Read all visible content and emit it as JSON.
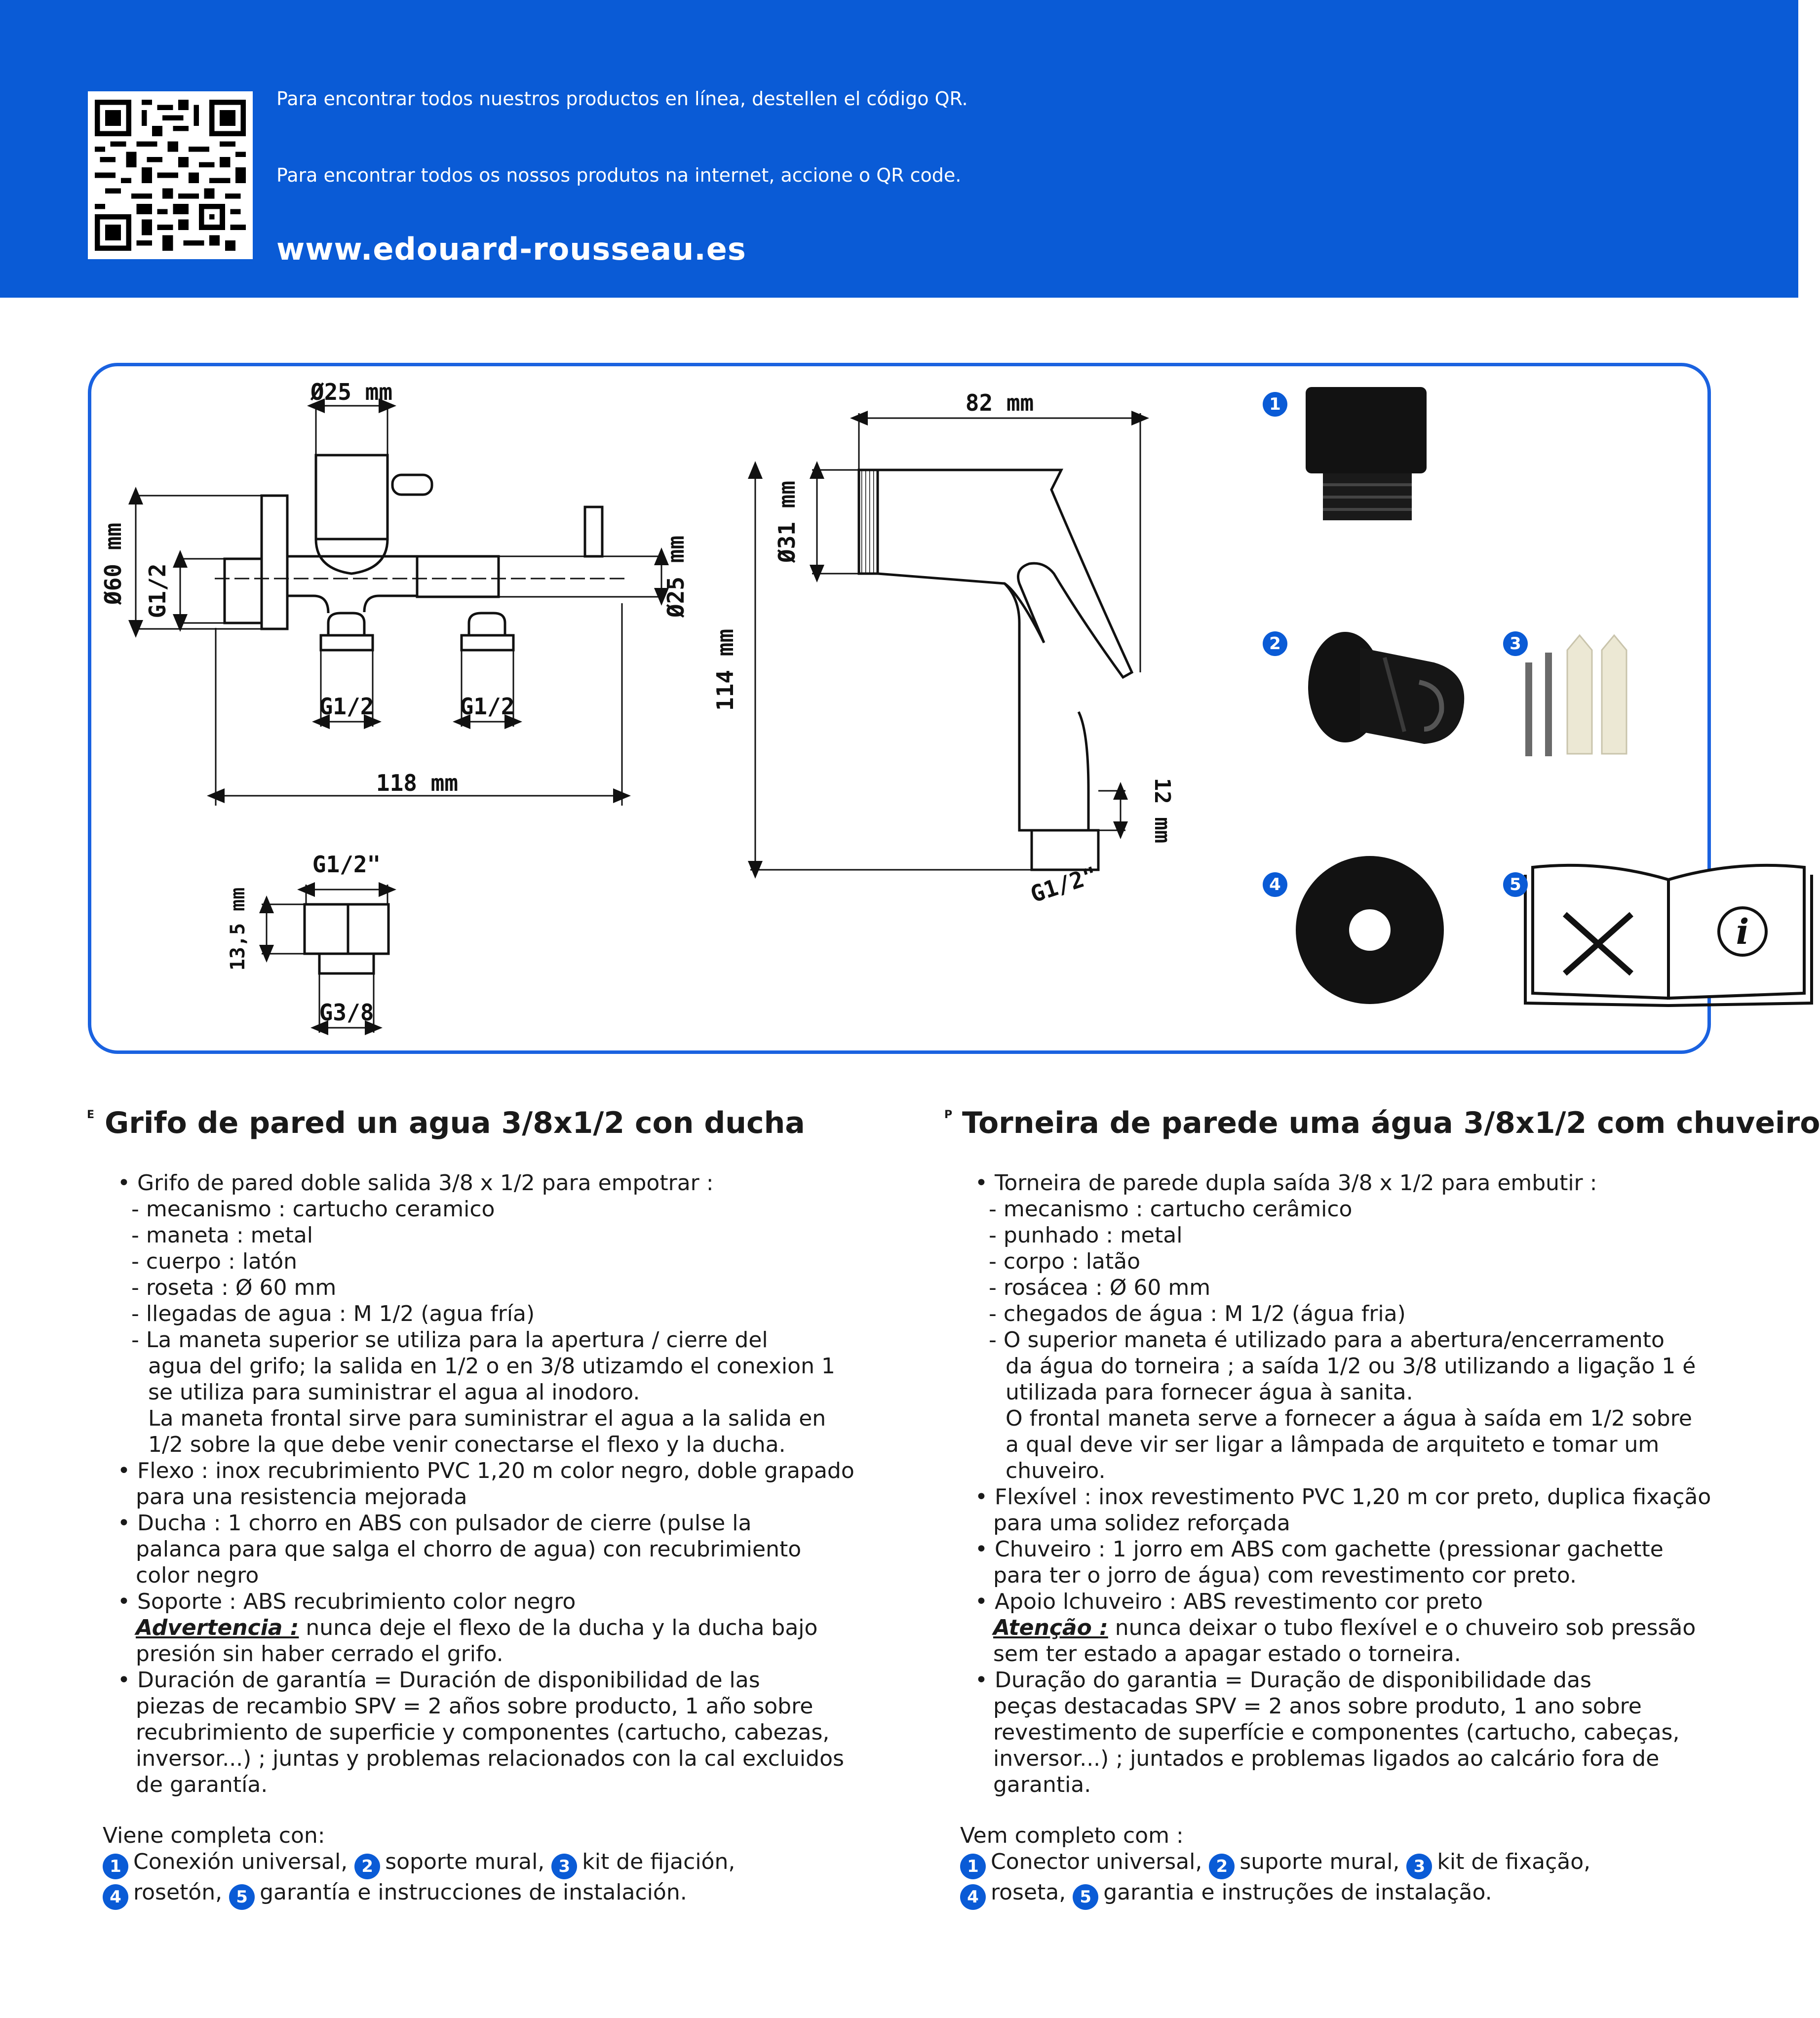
{
  "header": {
    "qr_icon": "qr-code-icon",
    "line_es": "Para encontrar todos nuestros productos en línea, destellen el código QR.",
    "line_pt": "Para encontrar todos os nossos produtos na internet, accione o QR code.",
    "url": "www.edouard-rousseau.es"
  },
  "diagram": {
    "valve": {
      "d25_top": "Ø25 mm",
      "d60": "Ø60 mm",
      "g12_left": "G1/2",
      "d25_right": "Ø25 mm",
      "g12_outlet_a": "G1/2",
      "g12_outlet_b": "G1/2",
      "width": "118 mm"
    },
    "shower": {
      "width": "82 mm",
      "d31": "Ø31 mm",
      "height": "114 mm",
      "thread_len": "12 mm",
      "thread": "G1/2\""
    },
    "connector": {
      "top_thread": "G1/2\"",
      "height": "13,5 mm",
      "bottom_thread": "G3/8"
    },
    "parts": [
      {
        "n": "1",
        "icon": "universal-connector-icon"
      },
      {
        "n": "2",
        "icon": "wall-support-icon"
      },
      {
        "n": "3",
        "icon": "fixing-kit-icon"
      },
      {
        "n": "4",
        "icon": "rosette-icon"
      },
      {
        "n": "5",
        "icon": "manual-icon"
      }
    ]
  },
  "es": {
    "flag": "E",
    "title": "Grifo de pared un agua 3/8x1/2 con ducha",
    "l01": "• Grifo  de pared doble salida 3/8 x 1/2 para empotrar :",
    "l02": "- mecanismo : cartucho ceramico",
    "l03": "- maneta : metal",
    "l04": "- cuerpo : latón",
    "l05": "- roseta : Ø 60 mm",
    "l06": "- llegadas de agua : M 1/2 (agua fría)",
    "l07": "- La maneta superior se utiliza para la apertura / cierre del",
    "l08": "agua del grifo; la salida en 1/2 o en 3/8 utizamdo el conexion 1",
    "l09": "se utiliza para suministrar el agua al inodoro.",
    "l10": "La maneta frontal sirve para suministrar el agua a la salida en",
    "l11": "1/2 sobre la que debe venir conectarse el flexo y la ducha.",
    "l12": "• Flexo : inox recubrimiento PVC 1,20 m color negro, doble grapado",
    "l13": "para una resistencia mejorada",
    "l14": "• Ducha : 1 chorro en ABS con pulsador de cierre (pulse la",
    "l15": "palanca para que salga el chorro de agua) con recubrimiento",
    "l16": "color negro",
    "l17": "• Soporte : ABS recubrimiento color negro",
    "warn": "Advertencia :",
    "l18": " nunca deje el flexo de la ducha y la ducha bajo",
    "l19": "presión sin haber cerrado el grifo.",
    "l20": "• Duración de garantía = Duración de disponibilidad de las",
    "l21": "piezas de recambio SPV = 2 años sobre producto, 1 año sobre",
    "l22": "recubrimiento de superficie y componentes (cartucho, cabezas,",
    "l23": "inversor...) ; juntas y problemas relacionados con la cal excluidos",
    "l24": "de garantía.",
    "kit_title": "Viene completa con:",
    "k1": "Conexión universal,",
    "k2": "soporte mural,",
    "k3": "kit de fijación,",
    "k4": "rosetón,",
    "k5": "garantía e instrucciones de instalación."
  },
  "pt": {
    "flag": "P",
    "title": "Torneira de parede uma água 3/8x1/2 com chuveiro",
    "l01": "• Torneira de parede dupla saída 3/8 x 1/2 para embutir :",
    "l02": "- mecanismo : cartucho cerâmico",
    "l03": "- punhado : metal",
    "l04": "- corpo : latão",
    "l05": "- rosácea : Ø 60 mm",
    "l06": "- chegados de água : M 1/2 (água fria)",
    "l07": "- O superior maneta é utilizado para a abertura/encerramento",
    "l08": "da água do torneira ; a saída 1/2 ou 3/8 utilizando a ligação 1 é",
    "l09": "utilizada para fornecer água à sanita.",
    "l10": "O frontal maneta serve a fornecer a água à saída em 1/2 sobre",
    "l11": "a qual deve vir ser ligar a lâmpada de arquiteto e tomar um",
    "l12": "chuveiro.",
    "l13": "• Flexível : inox revestimento PVC 1,20 m cor preto, duplica fixação",
    "l14": "para uma solidez reforçada",
    "l15": "• Chuveiro : 1 jorro em ABS com gachette (pressionar gachette",
    "l16": "para ter o jorro de água) com revestimento cor preto.",
    "l17": "• Apoio lchuveiro : ABS revestimento cor preto",
    "warn": "Atenção :",
    "l18": " nunca deixar o tubo flexível e o chuveiro sob pressão",
    "l19": "sem ter estado a apagar estado o torneira.",
    "l20": "• Duração do garantia = Duração de disponibilidade das",
    "l21": "peças destacadas SPV = 2 anos sobre produto, 1 ano sobre",
    "l22": "revestimento de superfície e componentes (cartucho, cabeças,",
    "l23": "inversor...) ; juntados e problemas ligados ao calcário fora de",
    "l24": "garantia.",
    "kit_title": "Vem completo com :",
    "k1": "Conector universal,",
    "k2": "suporte mural,",
    "k3": "kit de fixação,",
    "k4": "roseta,",
    "k5": "garantia e instruções de instalação."
  },
  "colors": {
    "brand_blue": "#0a5bd6",
    "panel_border": "#1a62e0",
    "text": "#1a1a1a",
    "part_black": "#111111"
  }
}
